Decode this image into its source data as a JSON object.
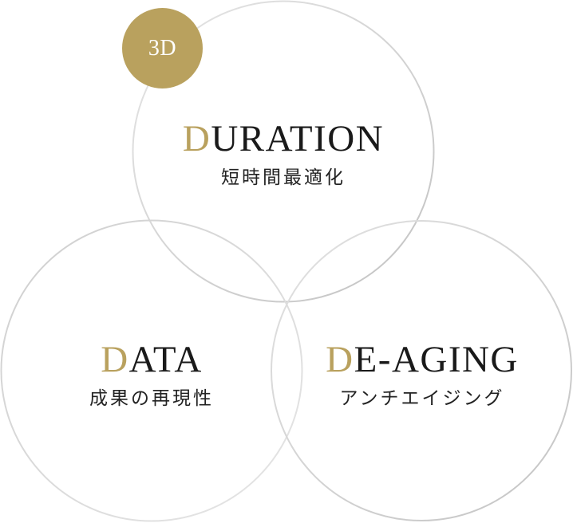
{
  "colors": {
    "accent_gold": "#b9a15e",
    "ring_stroke": "#cccccc",
    "title_text": "#1a1a1a",
    "subtitle_text": "#222222",
    "background": "#ffffff"
  },
  "badge": {
    "label": "3D"
  },
  "nodes": [
    {
      "id": "duration",
      "title_initial": "D",
      "title_rest": "URATION",
      "subtitle": "短時間最適化"
    },
    {
      "id": "data",
      "title_initial": "D",
      "title_rest": "ATA",
      "subtitle": "成果の再現性"
    },
    {
      "id": "de-aging",
      "title_initial": "D",
      "title_rest": "E-AGING",
      "subtitle": "アンチエイジング"
    }
  ]
}
